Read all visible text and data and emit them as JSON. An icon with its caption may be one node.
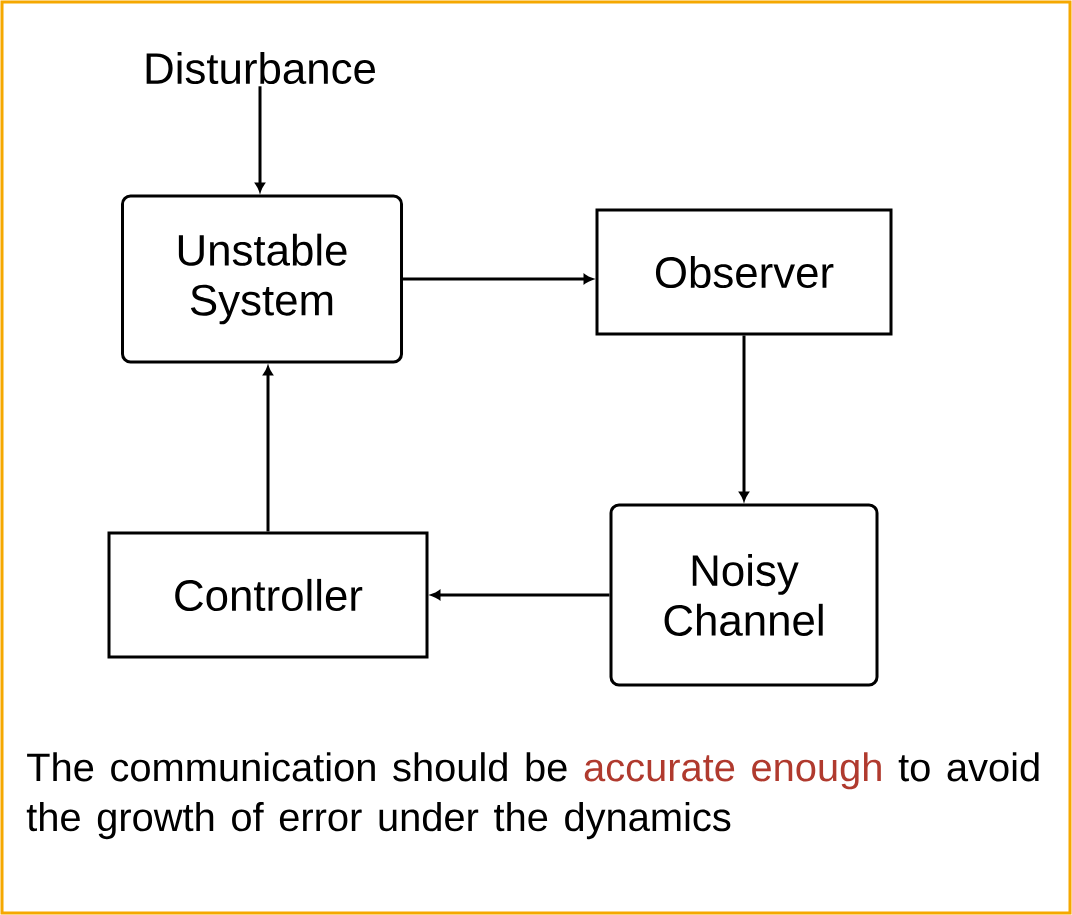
{
  "diagram": {
    "caption": "The communication should be **accurate enough** to avoid the growth of error under the dynamics",
    "nodes": [
      {
        "text": [
          "Disturbance"
        ]
      },
      {
        "text": [
          "Unstable System"
        ]
      },
      {
        "text": [
          "Observer"
        ]
      },
      {
        "text": [
          "Noisy Channel"
        ]
      },
      {
        "text": [
          "Controller"
        ]
      }
    ],
    "edges": [
      {
        "from": 0,
        "to": 1,
        "arrow": "to"
      },
      {
        "from": 1,
        "to": 2,
        "arrow": "to"
      },
      {
        "from": 2,
        "to": 3,
        "arrow": "to"
      },
      {
        "from": 3,
        "to": 4,
        "arrow": "to"
      },
      {
        "from": 4,
        "to": 1,
        "arrow": "to"
      }
    ]
  }
}
